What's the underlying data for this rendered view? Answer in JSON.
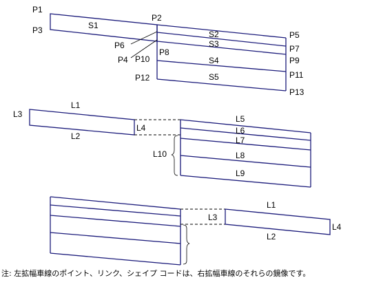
{
  "diagram1": {
    "points": [
      "P1",
      "P2",
      "P3",
      "P4",
      "P5",
      "P6",
      "P7",
      "P8",
      "P9",
      "P10",
      "P11",
      "P12",
      "P13"
    ],
    "shapes": [
      "S1",
      "S2",
      "S3",
      "S4",
      "S5"
    ]
  },
  "diagram2": {
    "links": [
      "L1",
      "L2",
      "L3",
      "L4",
      "L5",
      "L6",
      "L7",
      "L8",
      "L9",
      "L10"
    ]
  },
  "diagram3": {
    "links": [
      "L1",
      "L2",
      "L3",
      "L4"
    ]
  },
  "note": "注: 左拡幅車線のポイント、リンク、シェイプ コードは、右拡幅車線のそれらの鏡像です。",
  "colors": {
    "line": "#1a1a7a",
    "text": "#000000"
  }
}
